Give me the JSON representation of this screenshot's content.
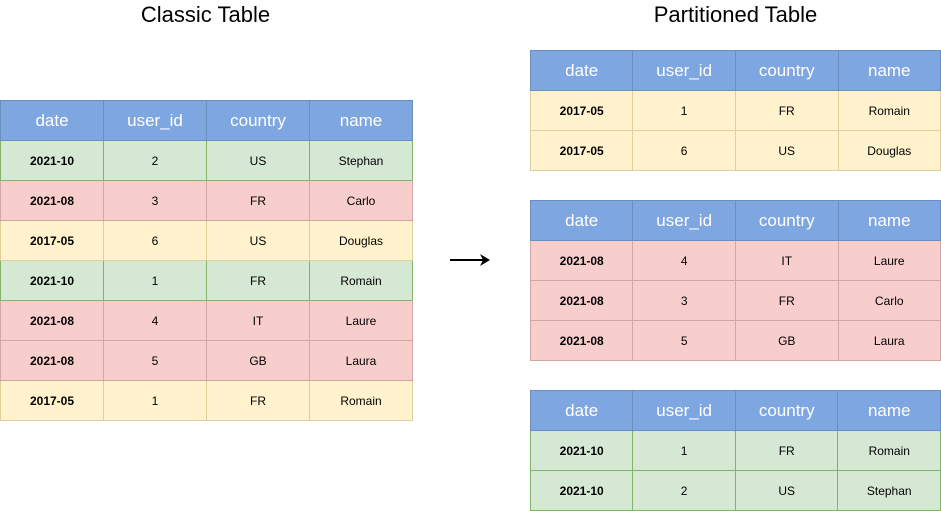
{
  "classic_title": "Classic Table",
  "partitioned_title": "Partitioned Table",
  "headers": [
    "date",
    "user_id",
    "country",
    "name"
  ],
  "colors": {
    "header": "#7ea6e0",
    "green": "#d5e8d4",
    "red": "#f8cecc",
    "yellow": "#fff2cc"
  },
  "classic_rows": [
    {
      "tone": "green",
      "cells": [
        "2021-10",
        "2",
        "US",
        "Stephan"
      ]
    },
    {
      "tone": "red",
      "cells": [
        "2021-08",
        "3",
        "FR",
        "Carlo"
      ]
    },
    {
      "tone": "yellow",
      "cells": [
        "2017-05",
        "6",
        "US",
        "Douglas"
      ]
    },
    {
      "tone": "green",
      "cells": [
        "2021-10",
        "1",
        "FR",
        "Romain"
      ]
    },
    {
      "tone": "red",
      "cells": [
        "2021-08",
        "4",
        "IT",
        "Laure"
      ]
    },
    {
      "tone": "red",
      "cells": [
        "2021-08",
        "5",
        "GB",
        "Laura"
      ]
    },
    {
      "tone": "yellow",
      "cells": [
        "2017-05",
        "1",
        "FR",
        "Romain"
      ]
    }
  ],
  "partitions": [
    {
      "tone": "yellow",
      "rows": [
        [
          "2017-05",
          "1",
          "FR",
          "Romain"
        ],
        [
          "2017-05",
          "6",
          "US",
          "Douglas"
        ]
      ]
    },
    {
      "tone": "red",
      "rows": [
        [
          "2021-08",
          "4",
          "IT",
          "Laure"
        ],
        [
          "2021-08",
          "3",
          "FR",
          "Carlo"
        ],
        [
          "2021-08",
          "5",
          "GB",
          "Laura"
        ]
      ]
    },
    {
      "tone": "green",
      "rows": [
        [
          "2021-10",
          "1",
          "FR",
          "Romain"
        ],
        [
          "2021-10",
          "2",
          "US",
          "Stephan"
        ]
      ]
    }
  ],
  "arrow_icon": "right-arrow-icon"
}
